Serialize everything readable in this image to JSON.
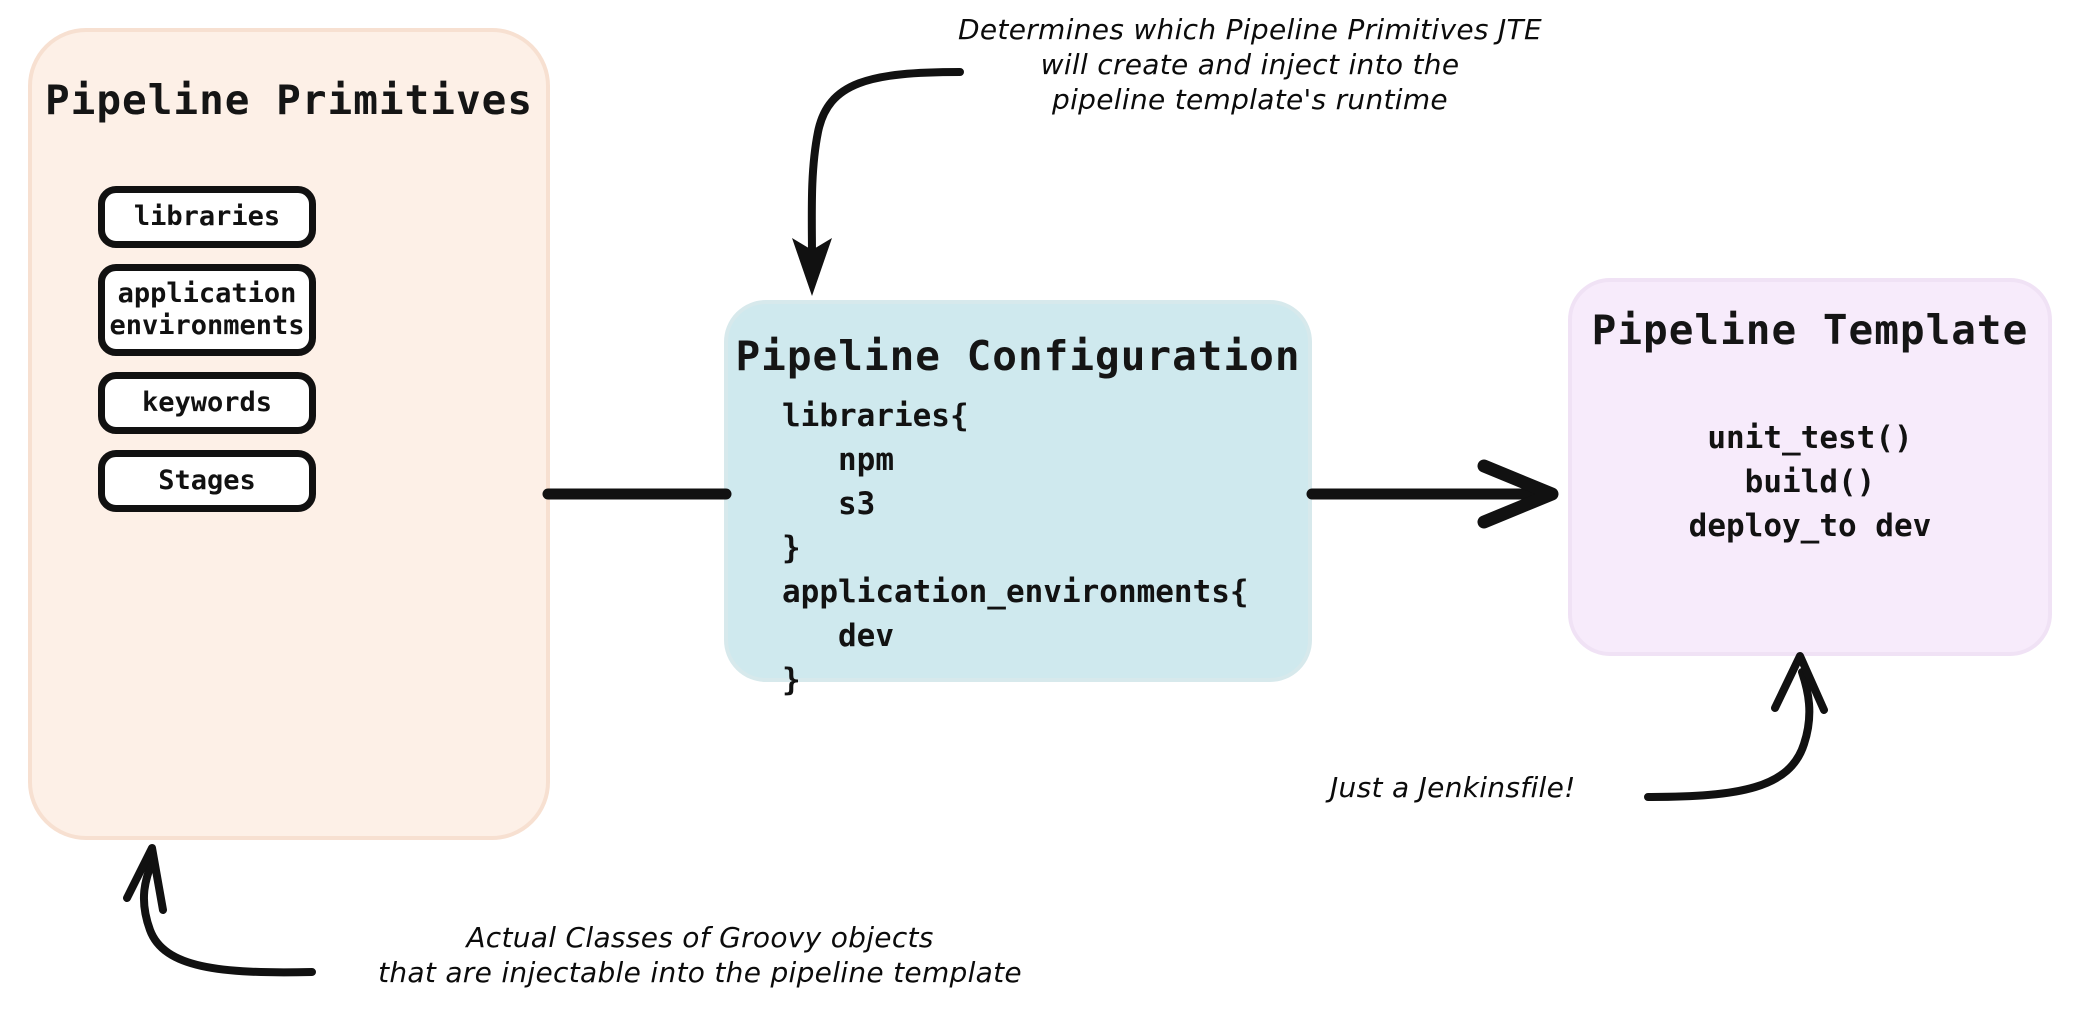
{
  "diagram": {
    "title": "Jenkins Templating Engine (JTE) pipeline flow",
    "background": "#ffffff",
    "palette": {
      "primitives_fill": "#fdf0e7",
      "primitives_border": "#f7e0d1",
      "config_fill": "#cfe9ee",
      "config_border": "#d7e9ec",
      "template_fill": "#f7ebfb",
      "template_border": "#f0e2f5",
      "chip_fill": "#ffffff",
      "stroke": "#111111",
      "text": "#121212"
    }
  },
  "primitives": {
    "title": "Pipeline Primitives",
    "items": [
      {
        "label": "libraries"
      },
      {
        "label": "application\nenvironments"
      },
      {
        "label": "keywords"
      },
      {
        "label": "Stages"
      }
    ]
  },
  "configuration": {
    "title": "Pipeline Configuration",
    "code": "libraries{\n   npm\n   s3\n}\napplication_environments{\n   dev\n}"
  },
  "template": {
    "title": "Pipeline Template",
    "code": "unit_test()\nbuild()\ndeploy_to dev"
  },
  "annotations": {
    "configuration_note": "Determines which Pipeline Primitives JTE\nwill create and inject into the\npipeline template's runtime",
    "primitives_note": "Actual Classes of Groovy objects\nthat are injectable into the pipeline template",
    "template_note": "Just a Jenkinsfile!"
  },
  "connectors": [
    {
      "name": "primitives-to-configuration",
      "style": "plain-line",
      "from": "primitives",
      "to": "configuration"
    },
    {
      "name": "configuration-to-template",
      "style": "open-arrow",
      "from": "configuration",
      "to": "template"
    },
    {
      "name": "configuration-note-arrow",
      "style": "curved-arrow",
      "from": "configuration_note",
      "to": "configuration"
    },
    {
      "name": "primitives-note-arrow",
      "style": "curved-arrow",
      "from": "primitives_note",
      "to": "primitives"
    },
    {
      "name": "template-note-arrow",
      "style": "curved-arrow",
      "from": "template_note",
      "to": "template"
    }
  ]
}
